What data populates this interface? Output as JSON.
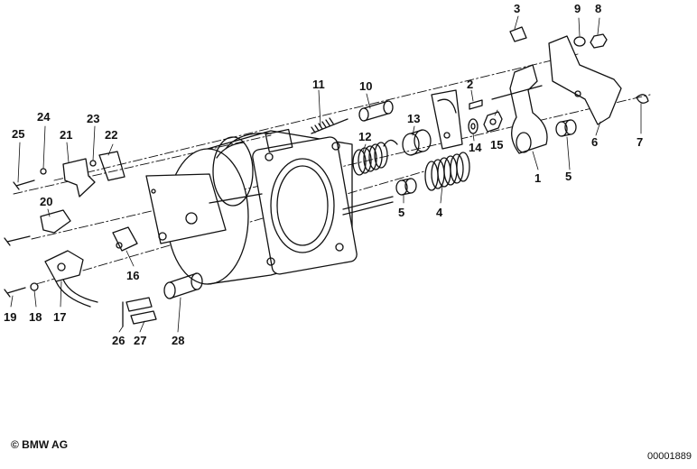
{
  "callouts": [
    "1",
    "2",
    "3",
    "4",
    "5",
    "5",
    "6",
    "7",
    "8",
    "9",
    "10",
    "11",
    "12",
    "13",
    "14",
    "15",
    "16",
    "17",
    "18",
    "19",
    "20",
    "21",
    "22",
    "23",
    "24",
    "25",
    "26",
    "27",
    "28"
  ],
  "footer": {
    "copyright": "© BMW AG",
    "diagram_id": "00001889"
  }
}
